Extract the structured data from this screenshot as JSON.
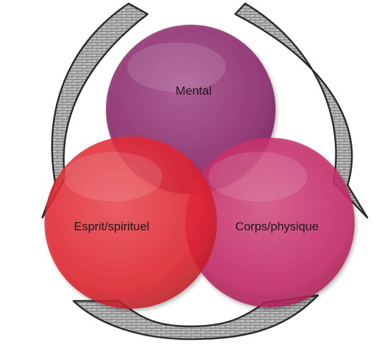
{
  "diagram": {
    "circles": [
      {
        "id": "mental",
        "label": "Mental",
        "color": "#8e2a6e"
      },
      {
        "id": "esprit",
        "label": "Esprit/spirituel",
        "color": "#e3252f"
      },
      {
        "id": "corps",
        "label": "Corps/physique",
        "color": "#c72766"
      }
    ],
    "arrow_color": "#a0a0a0",
    "arrow_outline": "#2a2a2a"
  }
}
